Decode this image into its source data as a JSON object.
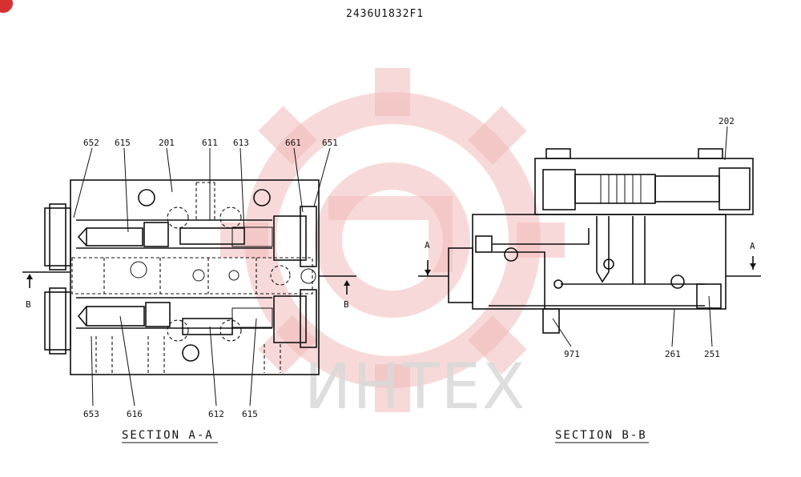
{
  "drawing_number": "2436U1832F1",
  "watermark": {
    "text": "ИНТЕХ",
    "color": "#e94040"
  },
  "section_aa": {
    "caption": "SECTION A-A",
    "top_labels": [
      "652",
      "615",
      "201",
      "611",
      "613",
      "661",
      "651"
    ],
    "bottom_labels": [
      "653",
      "616",
      "612",
      "615"
    ],
    "left_arrow_letter": "B",
    "right_arrow_letter": "B"
  },
  "section_bb": {
    "caption": "SECTION B-B",
    "top_label": "202",
    "bottom_labels": [
      "971",
      "261",
      "251"
    ],
    "left_arrow_letter": "A",
    "right_arrow_letter": "A"
  }
}
